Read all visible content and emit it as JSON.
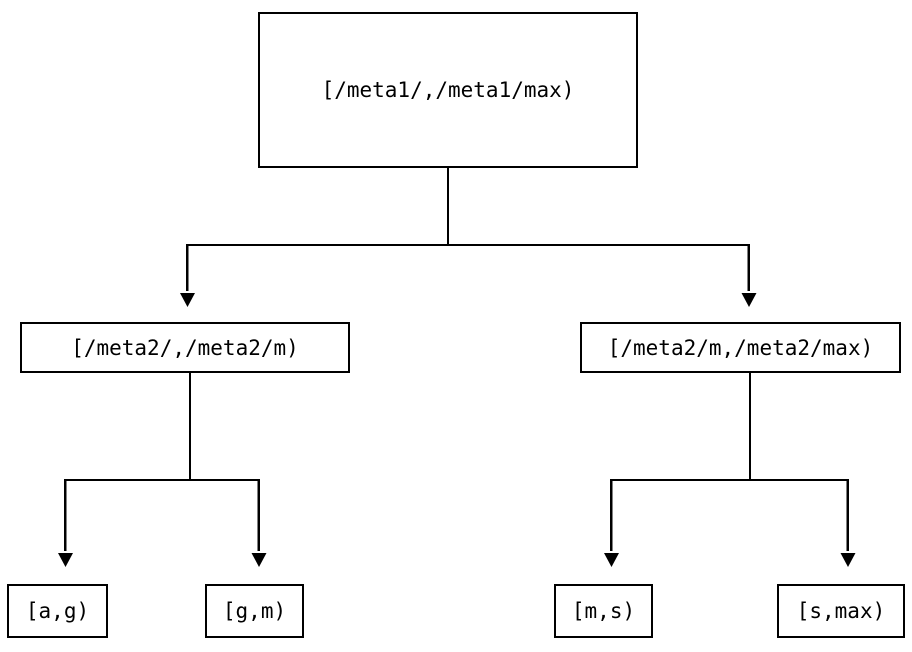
{
  "diagram": {
    "type": "tree",
    "background_color": "#ffffff",
    "stroke_color": "#000000",
    "text_color": "#000000",
    "nodes": {
      "root": {
        "label": "[/meta1/,/meta1/max)"
      },
      "mid_left": {
        "label": "[/meta2/,/meta2/m)"
      },
      "mid_right": {
        "label": "[/meta2/m,/meta2/max)"
      },
      "leaf_1": {
        "label": "[a,g)"
      },
      "leaf_2": {
        "label": "[g,m)"
      },
      "leaf_3": {
        "label": "[m,s)"
      },
      "leaf_4": {
        "label": "[s,max)"
      }
    },
    "edges": [
      {
        "from": "root",
        "to": "mid_left",
        "arrow": "down-triangle"
      },
      {
        "from": "root",
        "to": "mid_right",
        "arrow": "down-triangle"
      },
      {
        "from": "mid_left",
        "to": "leaf_1",
        "arrow": "down-triangle"
      },
      {
        "from": "mid_left",
        "to": "leaf_2",
        "arrow": "down-triangle"
      },
      {
        "from": "mid_right",
        "to": "leaf_3",
        "arrow": "down-triangle"
      },
      {
        "from": "mid_right",
        "to": "leaf_4",
        "arrow": "down-triangle"
      }
    ]
  }
}
